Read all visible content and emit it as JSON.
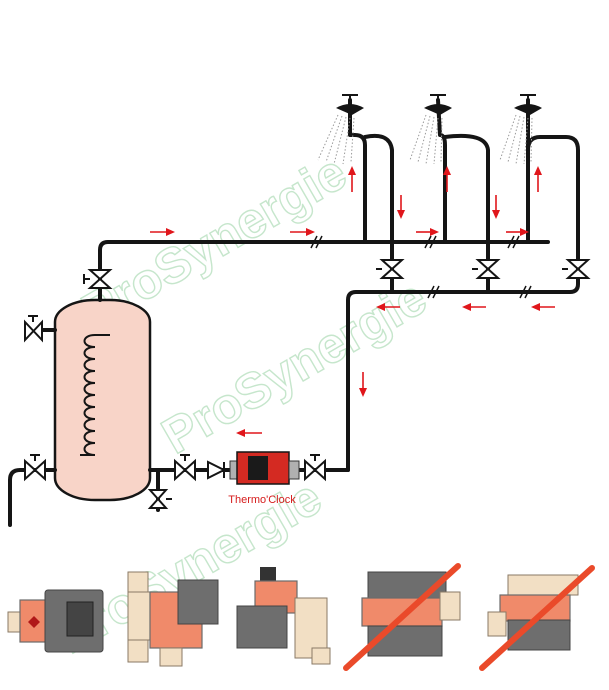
{
  "device_label": "Thermo'Clock",
  "watermark": "ProSynergie",
  "colors": {
    "pipe": "#151515",
    "flow_arrow": "#e0161b",
    "tank_fill": "#f8d4c8",
    "device_red": "#d42a22",
    "pump_orange": "#f08a6a",
    "cross_out": "#ea4a2a",
    "watermark": "#c6e6cc"
  },
  "pump_orientations": [
    {
      "id": "horizontal-shaft",
      "allowed": true
    },
    {
      "id": "vertical-flow-up",
      "allowed": true
    },
    {
      "id": "vertical-flow-down",
      "allowed": true
    },
    {
      "id": "motor-down",
      "allowed": false
    },
    {
      "id": "motor-down-tilted",
      "allowed": false
    }
  ]
}
